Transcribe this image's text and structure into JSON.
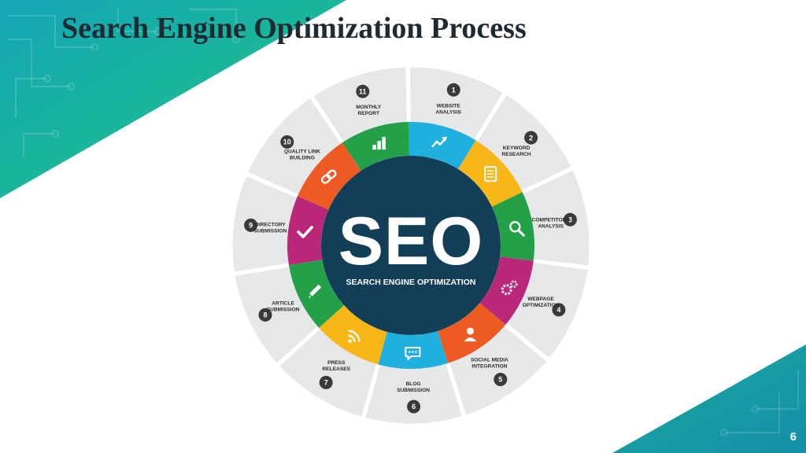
{
  "slide": {
    "title": "Search Engine Optimization Process",
    "page_number": "6"
  },
  "center": {
    "big_text": "SEO",
    "sub_text": "SEARCH ENGINE OPTIMIZATION",
    "color": "#123f57"
  },
  "steps": [
    {
      "number": "1",
      "lines": [
        "WEBSITE",
        "ANALYSIS"
      ],
      "color": "#1fb0e0",
      "icon": "trend-arrow-icon"
    },
    {
      "number": "2",
      "lines": [
        "KEYWORD",
        "RESEARCH"
      ],
      "color": "#f8b617",
      "icon": "document-icon"
    },
    {
      "number": "3",
      "lines": [
        "COMPETITORS",
        "ANALYSIS"
      ],
      "color": "#24a148",
      "icon": "magnifier-icon"
    },
    {
      "number": "4",
      "lines": [
        "WEBPAGE",
        "OPTIMIZATION"
      ],
      "color": "#b92879",
      "icon": "gears-icon"
    },
    {
      "number": "5",
      "lines": [
        "SOCIAL MEDIA",
        "INTEGRATION"
      ],
      "color": "#ee5a24",
      "icon": "user-icon"
    },
    {
      "number": "6",
      "lines": [
        "BLOG",
        "SUBMISSION"
      ],
      "color": "#1fb0e0",
      "icon": "chat-bubble-icon"
    },
    {
      "number": "7",
      "lines": [
        "PRESS",
        "RELEASES"
      ],
      "color": "#f8b617",
      "icon": "rss-icon"
    },
    {
      "number": "8",
      "lines": [
        "ARTICLE",
        "SUBMISSION"
      ],
      "color": "#24a148",
      "icon": "pencil-icon"
    },
    {
      "number": "9",
      "lines": [
        "DIRECTORY",
        "SUBMISSION"
      ],
      "color": "#b92879",
      "icon": "checkmark-icon"
    },
    {
      "number": "10",
      "lines": [
        "QUALITY LINK",
        "BUILDING"
      ],
      "color": "#ee5a24",
      "icon": "chain-link-icon"
    },
    {
      "number": "11",
      "lines": [
        "MONTHLY",
        "REPORT"
      ],
      "color": "#24a148",
      "icon": "bar-chart-icon"
    }
  ],
  "colors": {
    "teal": "#17a3a6",
    "green": "#1fbf7a",
    "outer_segment": "#e6e7e8",
    "number_circle": "#3a3a3a"
  }
}
